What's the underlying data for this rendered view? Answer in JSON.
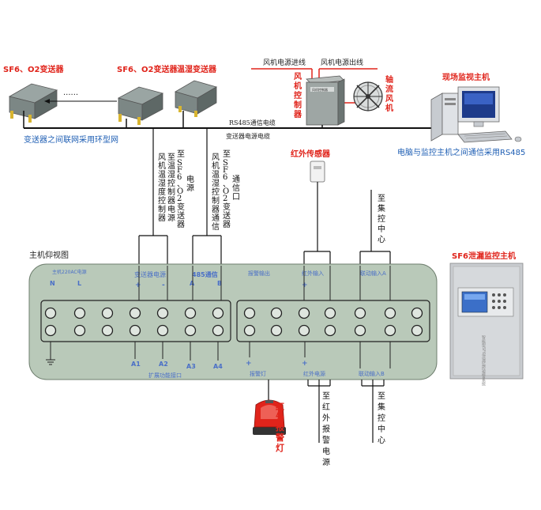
{
  "transmitters": {
    "t1": "SF6、O2变送器",
    "t2": "SF6、O2变送器",
    "t3": "温湿变送器",
    "dots": "......"
  },
  "ring_note": "变送器之间联网采用环型网",
  "rs485": {
    "line1": "RS485通信电缆",
    "line2": "变送器电源电缆"
  },
  "fan": {
    "power_in": "风机电源进线",
    "power_out": "风机电源出线",
    "controller": "风机控制器",
    "fan_label": "轴流风机",
    "box_title": "风机控制器"
  },
  "monitor_host": {
    "title": "现场监视主机",
    "note": "电脑与监控主机之间通信采用RS485"
  },
  "infrared_sensor": "红外传感器",
  "vertical_labels": {
    "wind_ctrl": "至风机温湿度控制器电源",
    "sf6_power": "至SF6、O2变送器电源",
    "wind_comm": "至风机温湿度控制器通信口",
    "sf6_comm": "至SF6、O2变送器通信口",
    "to_center_top": "至集控中心",
    "ir_alarm_power": "至红外报警电源",
    "to_center_bottom": "至集控中心",
    "alarm_lamp": "红外报警灯"
  },
  "panel": {
    "title": "主机仰视图",
    "power_label": "主机220AC电源",
    "transmitter_power": "变送器电源",
    "comm485": "485通信",
    "alarm_out": "报警输出",
    "ir_input": "红外输入",
    "link_input_a": "联动输入A",
    "terminal_n": "N",
    "terminal_l": "L",
    "plus": "+",
    "minus": "-",
    "term_a": "A",
    "term_b": "B",
    "a1": "A1",
    "a2": "A2",
    "a3": "A3",
    "a4": "A4",
    "ext_port": "扩展功能接口",
    "alarm_lamp_port": "报警灯",
    "ir_power": "红外电源",
    "link_input_b": "联动输入B"
  },
  "main_unit": {
    "title": "SF6泄漏监控主机",
    "vertical_text": "智能型SF6泄漏监控报警系统"
  },
  "colors": {
    "red": "#e0241b",
    "blue": "#1f5fb4",
    "panel_fill": "#b9c9b9",
    "panel_text": "#4a6fc7"
  }
}
